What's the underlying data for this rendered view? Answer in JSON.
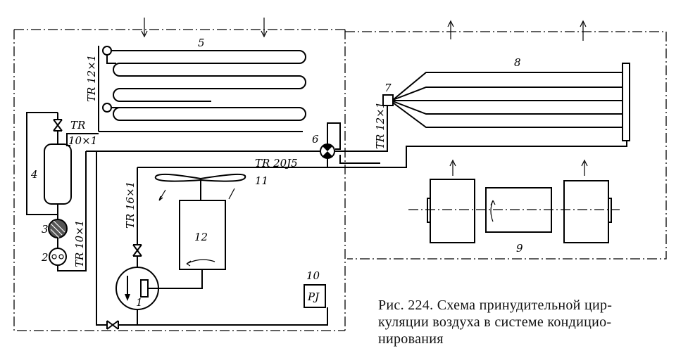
{
  "diagram": {
    "labels": {
      "compressor": "1",
      "sight_glass": "2",
      "filter": "3",
      "receiver": "4",
      "condenser": "5",
      "valve_6": "6",
      "distributor": "7",
      "evaporator": "8",
      "fans": "9",
      "pressure_switch_num": "10",
      "pressure_switch": "PJ",
      "fan": "11",
      "motor": "12"
    },
    "pipes": {
      "condenser_pipe": "TR 12×1",
      "receiver_pipe_top": "TR",
      "receiver_pipe_bottom": "10×1",
      "liquid_pipe": "TR 10×1",
      "suction_pipe": "TR 20J5",
      "discharge_pipe": "TR 16×1",
      "evaporator_pipe": "TR 12×1"
    }
  },
  "caption": {
    "lines": [
      "Рис. 224. Схема принудительной цир-",
      "куляции воздуха в системе кондицио-",
      "нирования"
    ]
  }
}
